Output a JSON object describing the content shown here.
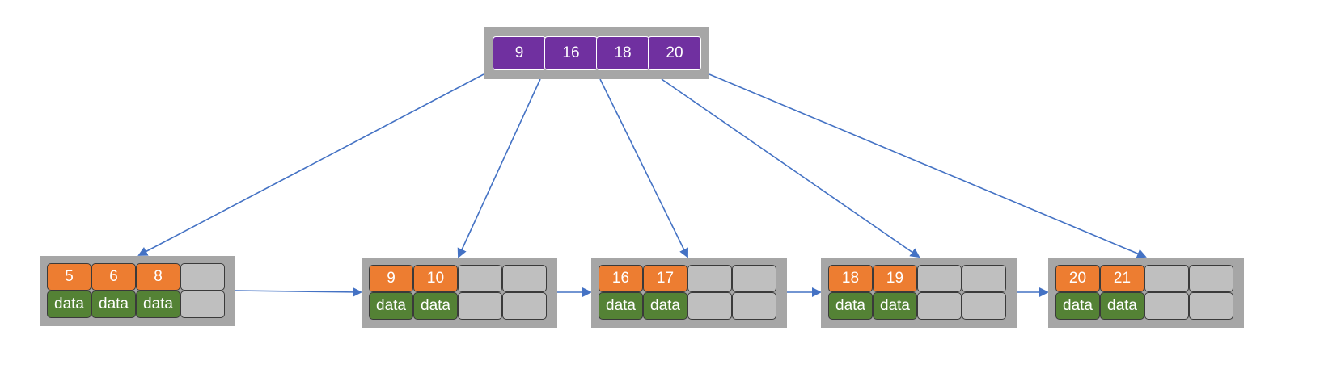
{
  "root": {
    "keys": [
      "9",
      "16",
      "18",
      "20"
    ]
  },
  "leaves": [
    {
      "keys": [
        "5",
        "6",
        "8"
      ],
      "values": [
        "data",
        "data",
        "data"
      ],
      "capacity": 4
    },
    {
      "keys": [
        "9",
        "10"
      ],
      "values": [
        "data",
        "data"
      ],
      "capacity": 4
    },
    {
      "keys": [
        "16",
        "17"
      ],
      "values": [
        "data",
        "data"
      ],
      "capacity": 4
    },
    {
      "keys": [
        "18",
        "19"
      ],
      "values": [
        "data",
        "data"
      ],
      "capacity": 4
    },
    {
      "keys": [
        "20",
        "21"
      ],
      "values": [
        "data",
        "data"
      ],
      "capacity": 4
    }
  ],
  "colors": {
    "root_key": "#7030a0",
    "leaf_key": "#ed7d31",
    "leaf_value": "#548235",
    "empty_slot": "#bfbfbf",
    "node_frame": "#a6a6a6",
    "arrow": "#4472c4"
  }
}
